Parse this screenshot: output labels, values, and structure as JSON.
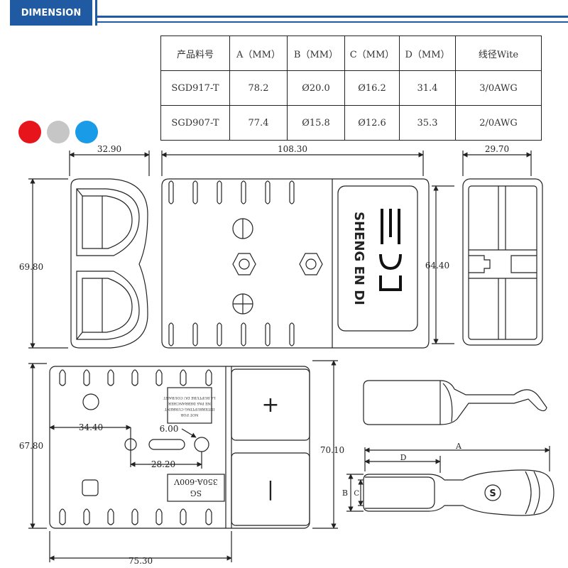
{
  "banner": {
    "title": "DIMENSION"
  },
  "table": {
    "headers": [
      "产品料号",
      "A（MM）",
      "B（MM）",
      "C（MM）",
      "D（MM）",
      "线径Wite"
    ],
    "rows": [
      [
        "SGD917-T",
        "78.2",
        "Ø20.0",
        "Ø16.2",
        "31.4",
        "3/0AWG"
      ],
      [
        "SGD907-T",
        "77.4",
        "Ø15.8",
        "Ø12.6",
        "35.3",
        "2/0AWG"
      ]
    ]
  },
  "color_options": [
    "#e8141c",
    "#c6c6c6",
    "#1a9be8"
  ],
  "dimensions": {
    "side_width": "32.90",
    "front_width": "108.30",
    "end_width": "29.70",
    "side_height": "69.80",
    "end_height": "64.40",
    "bottom_height_left": "67.80",
    "bottom_height_right": "70.10",
    "bottom_width": "75.30",
    "hole_offset": "34.40",
    "hole_size": "6.00",
    "hole_spacing": "28.20"
  },
  "labels": {
    "logo_text": "SHENG EN DI",
    "rating_line1": "SG",
    "rating_line2": "350A-600V",
    "warning_line1": "NOT FOR",
    "warning_line2": "INTERRUPTING CURRENT",
    "warning_line3": "NE PAS DEBRANCHER",
    "warning_line4": "LA RUPTURE DU COURANT",
    "plus_symbol": "+",
    "minus_symbol": "|",
    "term_s": "S",
    "dim_a": "A",
    "dim_b": "B",
    "dim_c": "C",
    "dim_d": "D"
  }
}
